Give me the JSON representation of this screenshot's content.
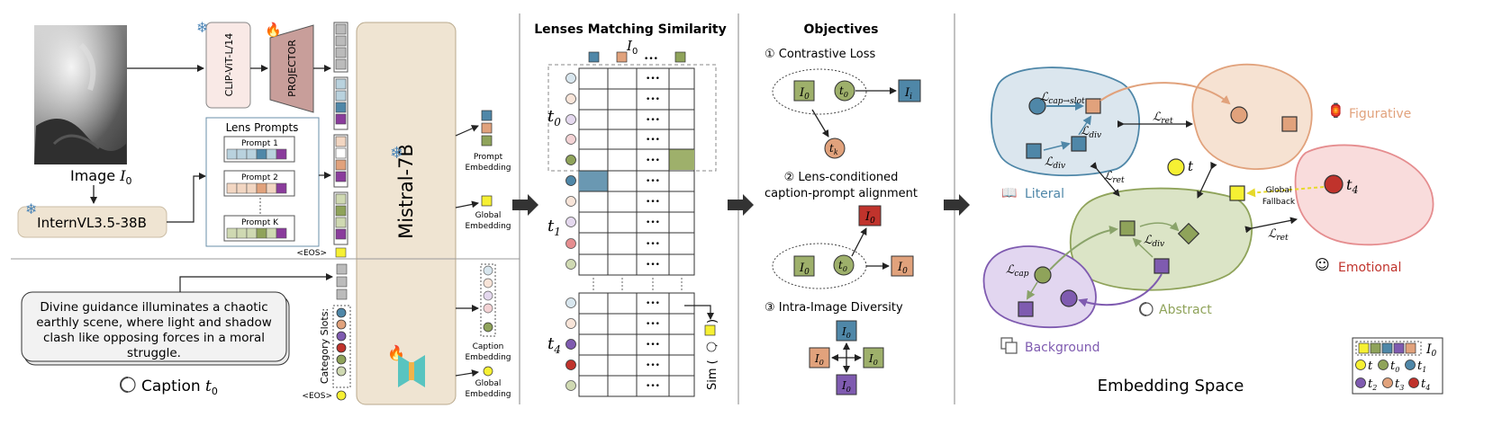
{
  "left": {
    "image_label": "Image ",
    "image_var": "I",
    "image_sub": "0",
    "clip": "CLIP-ViT-L/14",
    "projector": "PROJECTOR",
    "lens_prompts_title": "Lens Prompts",
    "prompt1": "Prompt 1",
    "prompt2": "Prompt 2",
    "promptk": "Prompt K",
    "internvl": "InternVL3.5-38B",
    "eos": "<EOS>",
    "mistral": "Mistral-7B",
    "category_slots": "Category Slots:",
    "caption_lines": [
      "Divine guidance illuminates a chaotic",
      "earthly scene, where light and shadow",
      "clash like opposing forces in a moral",
      "struggle."
    ],
    "caption_label": "Caption ",
    "caption_var": "t",
    "caption_sub": "0",
    "prompt_embedding": [
      "Prompt",
      "Embedding"
    ],
    "global_embedding": [
      "Global",
      "Embedding"
    ],
    "caption_embedding": [
      "Caption",
      "Embedding"
    ]
  },
  "middle": {
    "title": "Lenses Matching Similarity",
    "col_var": "I",
    "col_sub": "0",
    "dots": "•••",
    "row_t0": "t",
    "row_t0_sub": "0",
    "row_t1": "t",
    "row_t1_sub": "1",
    "row_t4": "t",
    "row_t4_sub": "4",
    "sim_label": "Sim (",
    "sim_close": ",",
    "sim_paren": ")"
  },
  "objectives": {
    "title": "Objectives",
    "o1": "① Contrastive Loss",
    "o2_line1": "②  Lens-conditioned",
    "o2_line2": "caption-prompt alignment",
    "o3": "③ Intra-Image Diversity",
    "I": "I",
    "Ii_sub": "i",
    "zero": "0",
    "t": "t",
    "k": "k"
  },
  "embedding": {
    "title": "Embedding Space",
    "literal": "Literal",
    "figurative": "Figurative",
    "emotional": "Emotional",
    "abstract": "Abstract",
    "background": "Background",
    "L": "ℒ",
    "cap_slot": "cap→slot",
    "div": "div",
    "ret": "ret",
    "cap": "cap",
    "t_label": "t",
    "t4_label": "t",
    "t4_sub": "4",
    "global_fallback": [
      "Global",
      "Fallback"
    ],
    "legend": {
      "I0": "I",
      "I0_sub": "0",
      "t": "t",
      "t0": "t",
      "t0_sub": "0",
      "t1": "t",
      "t1_sub": "1",
      "t2": "t",
      "t2_sub": "2",
      "t3": "t",
      "t3_sub": "3",
      "t4": "t",
      "t4_sub": "4"
    }
  },
  "colors": {
    "blue": "#4f87a8",
    "peach": "#e1a27c",
    "green": "#8fa35a",
    "purple": "#7f5bb0",
    "red": "#c0332c",
    "yellow": "#f6f033",
    "mauve": "#c9a1b0",
    "pink": "#e58d8f"
  }
}
